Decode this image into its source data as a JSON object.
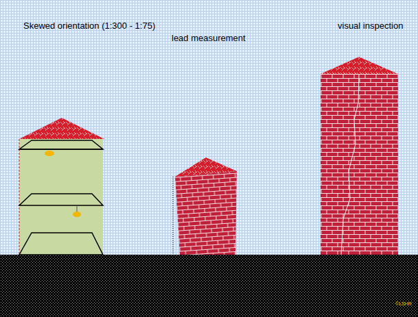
{
  "diagram": {
    "labels": [
      "Skewed orientation (1:300 - 1:75)",
      "lead measurement",
      "visual inspection",
      "©LSHR"
    ]
  }
}
